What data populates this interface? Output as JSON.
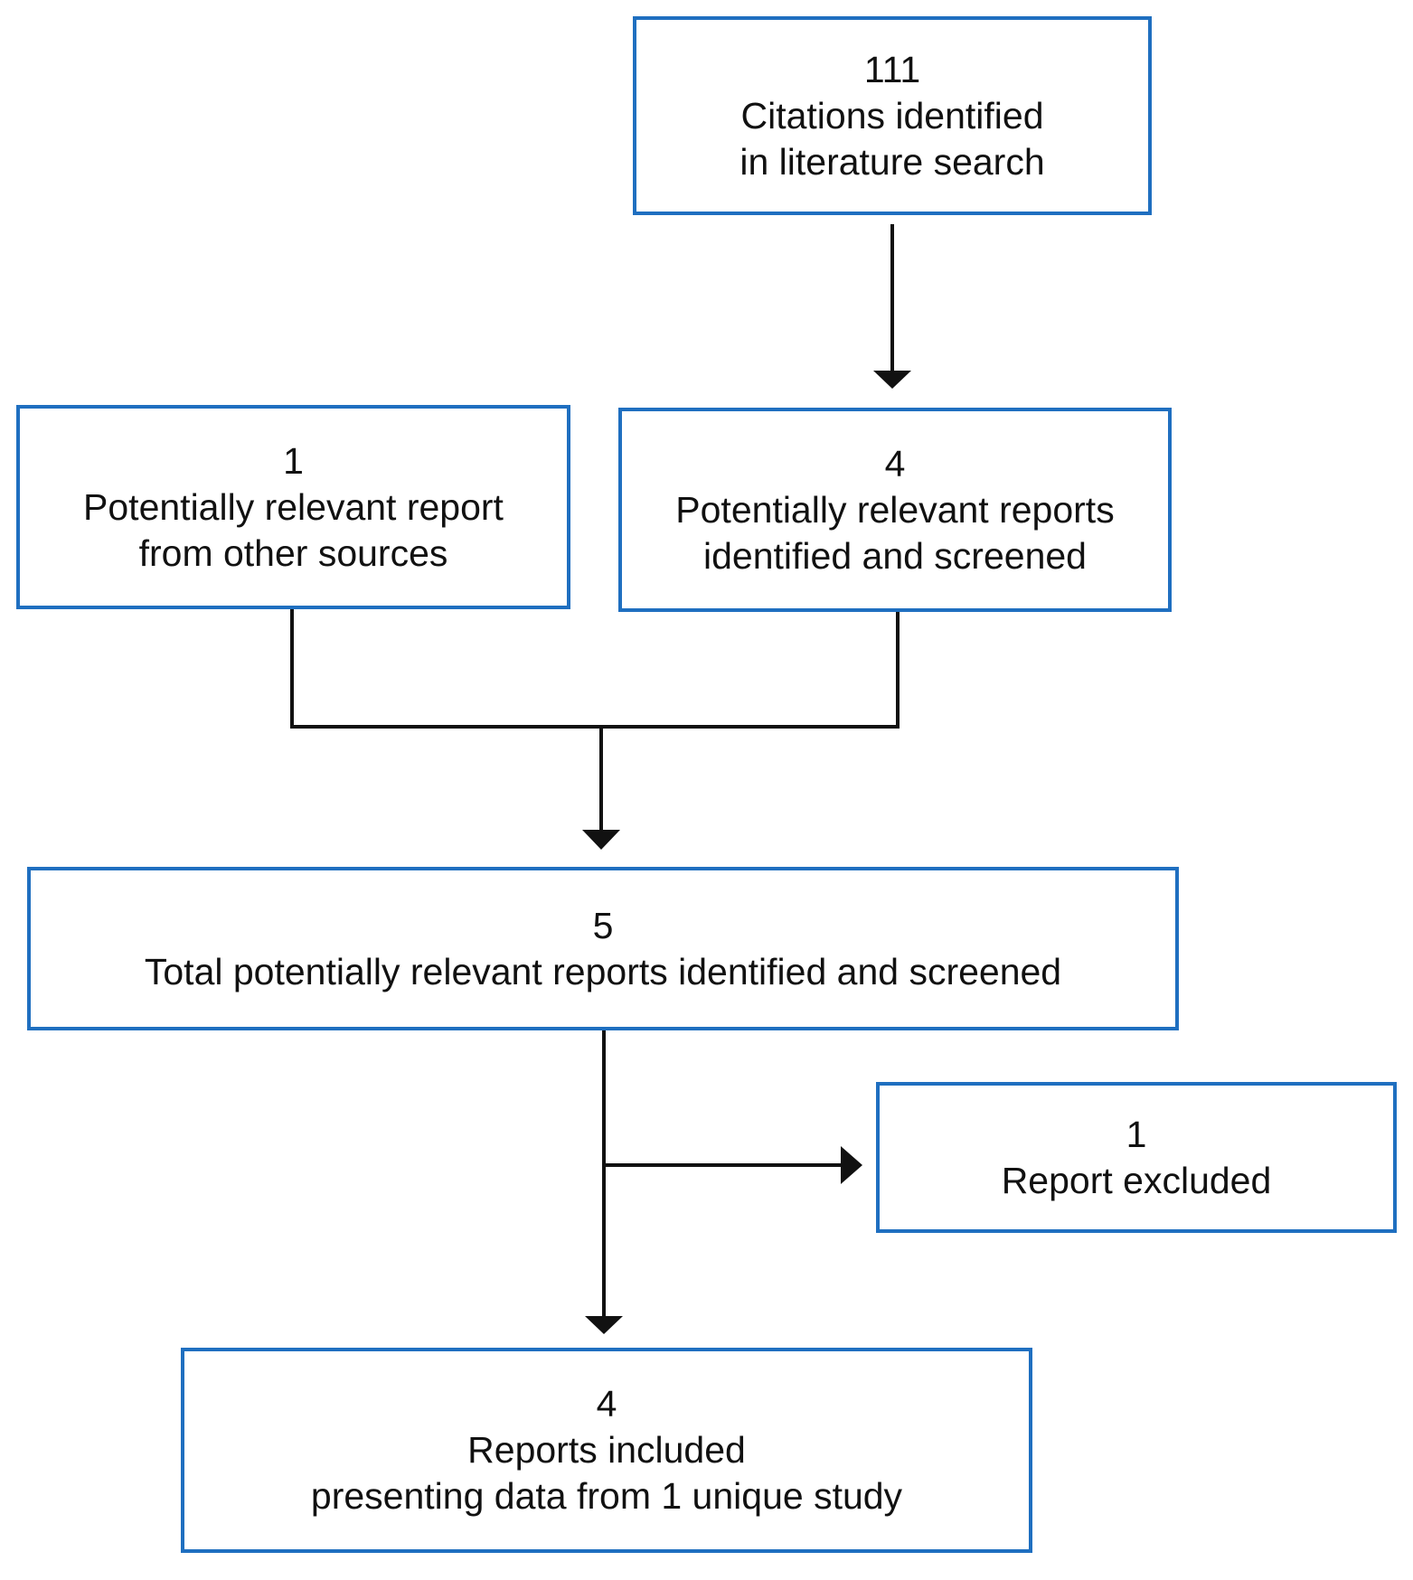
{
  "boxes": {
    "literature_search": {
      "count": "111",
      "line1": "Citations identified",
      "line2": "in literature search"
    },
    "other_sources": {
      "count": "1",
      "line1": "Potentially relevant report",
      "line2": "from other sources"
    },
    "identified_screened": {
      "count": "4",
      "line1": "Potentially relevant reports",
      "line2": "identified and screened"
    },
    "total_screened": {
      "count": "5",
      "line1": "Total potentially relevant reports identified and screened"
    },
    "excluded": {
      "count": "1",
      "line1": "Report excluded"
    },
    "included": {
      "count": "4",
      "line1": "Reports included",
      "line2": "presenting data from 1 unique study"
    }
  },
  "colors": {
    "box_border": "#1f6fc0",
    "connector": "#111111"
  }
}
